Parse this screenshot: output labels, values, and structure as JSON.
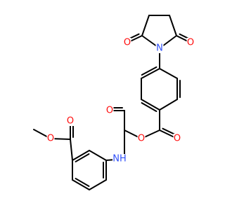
{
  "colors": {
    "bond": "#000000",
    "carbon": "#000000",
    "oxygen": "#ff0d0d",
    "nitrogen": "#3050f8",
    "background": "#ffffff"
  },
  "atoms": [
    {
      "id": "O_imide_left",
      "label": "O",
      "element": "O"
    },
    {
      "id": "O_imide_right",
      "label": "O",
      "element": "O"
    },
    {
      "id": "N_imide",
      "label": "N",
      "element": "N"
    },
    {
      "id": "O_carbonyl_ester_top",
      "label": "O",
      "element": "O"
    },
    {
      "id": "O_ester_link",
      "label": "O",
      "element": "O"
    },
    {
      "id": "O_amide",
      "label": "O",
      "element": "O"
    },
    {
      "id": "N_amide",
      "label": "NH",
      "element": "N"
    },
    {
      "id": "O_methylester_carbonyl",
      "label": "O",
      "element": "O"
    },
    {
      "id": "O_methylester_link",
      "label": "O",
      "element": "O"
    }
  ]
}
